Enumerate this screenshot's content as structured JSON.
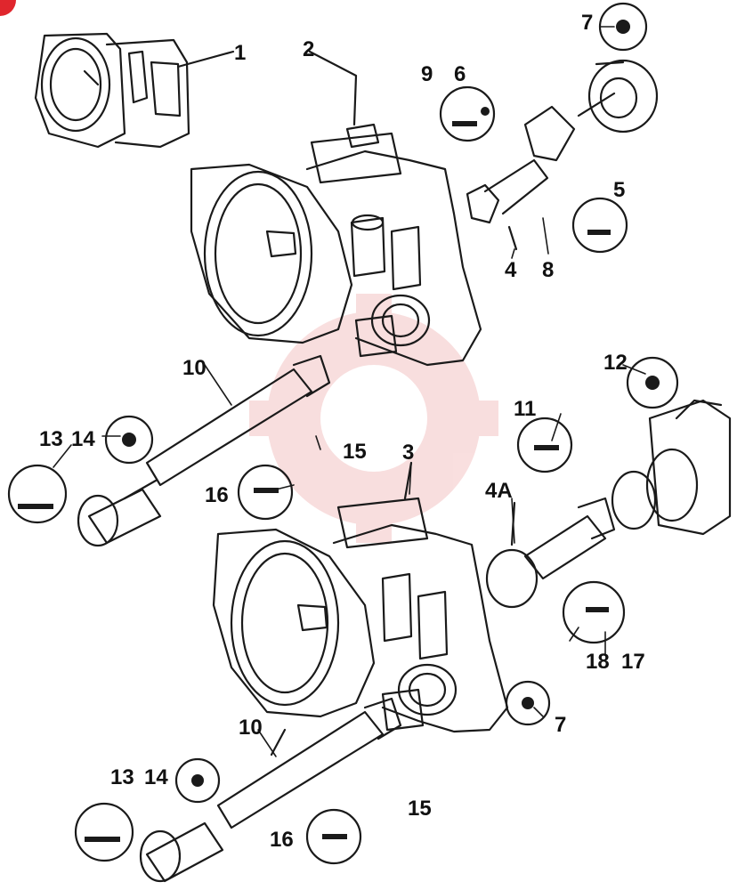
{
  "watermark_color": "#f4c4c4",
  "line_color": "#1a1a1a",
  "corner_badge_color": "#e0262d",
  "callouts": {
    "c1": "1",
    "c2": "2",
    "c3": "3",
    "c4": "4",
    "c4a": "4A",
    "c5": "5",
    "c6": "6",
    "c7_top": "7",
    "c7_bottom": "7",
    "c8": "8",
    "c9": "9",
    "c10_top": "10",
    "c10_bottom": "10",
    "c11": "11",
    "c12": "12",
    "c13_top": "13",
    "c13_bottom": "13",
    "c14_top": "14",
    "c14_bottom": "14",
    "c15_top": "15",
    "c15_bottom": "15",
    "c16_top": "16",
    "c16_bottom": "16",
    "c17": "17",
    "c18": "18"
  }
}
